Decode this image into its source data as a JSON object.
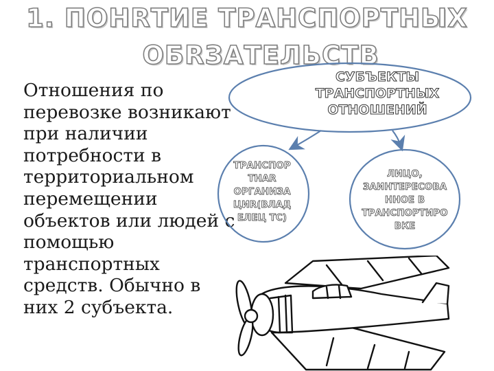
{
  "slide": {
    "title_line1": "1. ПОНRТИЕ ТРАНСПОРТНЫХ",
    "title_line2": "ОБRЗАТЕЛЬСТВ",
    "body": "Отношения по\nперевозке возникают\nпри наличии\nпотребности в\nтерриториальном\nперемещении\nобъектов или людей с\nпомощью\nтранспортных\nсредств. Обычно в\nних 2 субъекта."
  },
  "diagram": {
    "subjects_title": "СУБЪЕКТЫ ТРАНСПОРТНЫХ ОТНОШЕНИЙ",
    "left_node": "ТРАНСПОР ТНАR ОРГАНИЗА ЦИR(ВЛАД ЕЛЕЦ ТС)",
    "right_node": "ЛИЦО, ЗАИНТЕРЕСОВА ННОЕ В ТРАНСПОРТИРО ВКЕ",
    "outline_color": "#5b7fae"
  },
  "illustration": {
    "icon": "airplane-icon"
  }
}
